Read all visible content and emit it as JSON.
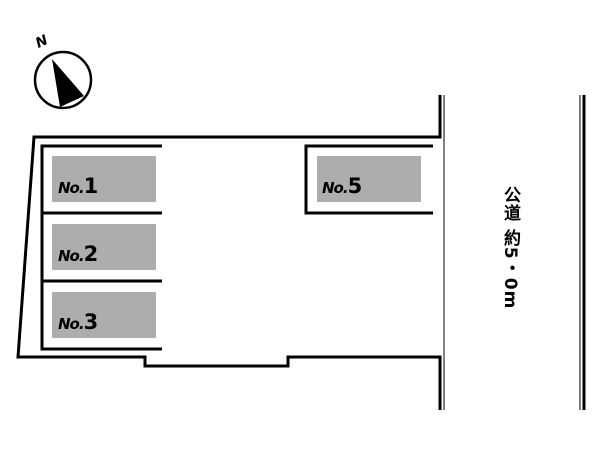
{
  "compass": {
    "label": "N",
    "icon": "north-arrow-icon"
  },
  "lots": [
    {
      "prefix": "No.",
      "number": "1"
    },
    {
      "prefix": "No.",
      "number": "2"
    },
    {
      "prefix": "No.",
      "number": "3"
    },
    {
      "prefix": "No.",
      "number": "5"
    }
  ],
  "road": {
    "label": "公道 約5・0m"
  },
  "colors": {
    "lot_fill": "#adadad",
    "line": "#000000",
    "background": "#ffffff"
  }
}
